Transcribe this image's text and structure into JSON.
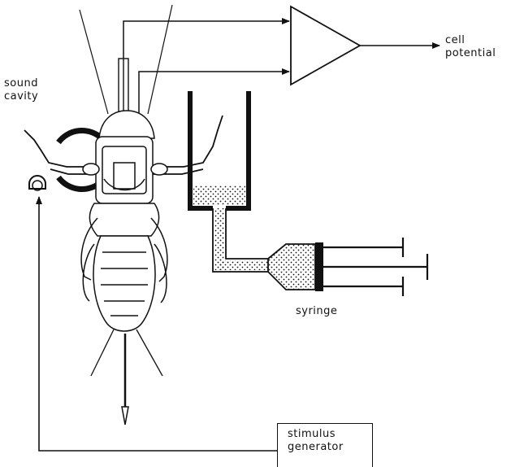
{
  "labels": {
    "sound_cavity_1": "sound",
    "sound_cavity_2": "cavity",
    "cell_potential_1": "cell",
    "cell_potential_2": "potential",
    "syringe": "syringe",
    "stimulus_1": "stimulus",
    "stimulus_2": "generator"
  },
  "colors": {
    "ink": "#111111",
    "fluid_dots": "#111111",
    "background": "#ffffff"
  }
}
